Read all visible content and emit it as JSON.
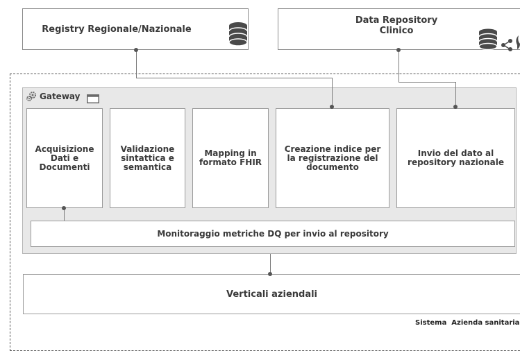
{
  "top_boxes": {
    "registry": {
      "label": "Registry Regionale/Nazionale",
      "icon": "database-icon"
    },
    "data_repository": {
      "label_line1": "Data Repository",
      "label_line2": "Clinico",
      "icon": "database-share-icon"
    }
  },
  "gateway": {
    "title": "Gateway",
    "steps": [
      {
        "label": "Acquisizione Dati e Documenti"
      },
      {
        "label": "Validazione sintattica e semantica"
      },
      {
        "label": "Mapping in formato FHIR"
      },
      {
        "label": "Creazione indice per la registrazione del documento"
      },
      {
        "label": "Invio del dato  al repository nazionale"
      }
    ],
    "monitor_label": "Monitoraggio metriche DQ per invio al repository"
  },
  "verticali": {
    "label": "Verticali aziendali"
  },
  "sistema": {
    "label": "Sistema  Azienda sanitaria"
  },
  "colors": {
    "text": "#3a3a3a",
    "border": "#8a8a8a",
    "gateway_bg": "#e8e8e8",
    "database_icon": "#4a4a4a"
  }
}
